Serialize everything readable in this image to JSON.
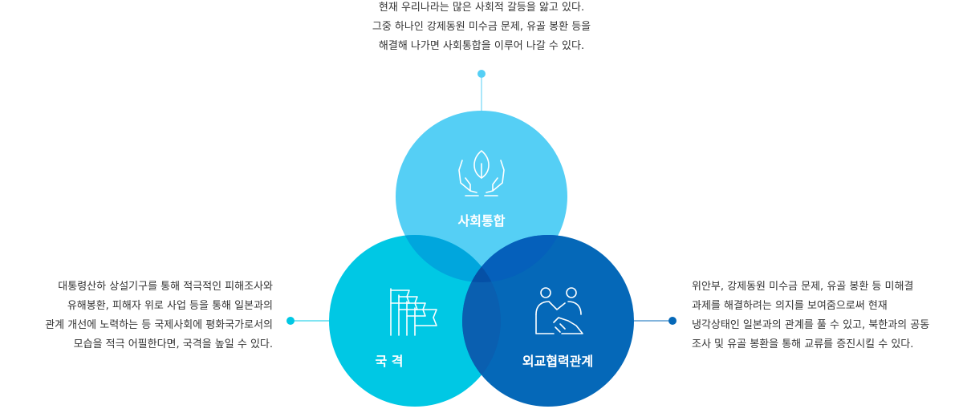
{
  "top_text": {
    "lines": [
      "현재 우리나라는 많은 사회적 갈등을 앓고 있다.",
      "그중 하나인 강제동원 미수금 문제, 유골 봉환 등을",
      "해결해 나가면 사회통합을 이루어 나갈 수 있다."
    ]
  },
  "left_text": {
    "lines": [
      "대통령산하 상설기구를 통해 적극적인 피해조사와",
      "유해봉환, 피해자 위로 사업 등을 통해 일본과의",
      "관계 개선에 노력하는 등 국제사회에 평화국가로서의",
      "모습을 적극 어필한다면, 국격을 높일 수 있다."
    ]
  },
  "right_text": {
    "lines": [
      "위안부, 강제동원 미수금 문제, 유골 봉환 등 미해결",
      "과제를 해결하려는 의지를 보여줌으로써 현재",
      "냉각상태인 일본과의 관계를 풀 수 있고, 북한과의 공동",
      "조사 및 유골 봉환을 통해 교류를 증진시킬 수 있다."
    ]
  },
  "circles": {
    "social": {
      "label": "사회통합",
      "icon": "hands-sprout-icon",
      "color": "#55cff5"
    },
    "nation": {
      "label": "국 격",
      "icon": "flags-icon",
      "color": "#00c8e4"
    },
    "diplomacy": {
      "label": "외교협력관계",
      "icon": "people-handshake-icon",
      "color": "#0568b8"
    }
  },
  "colors": {
    "overlap_social_nation": "#00a6dd",
    "overlap_social_diplomacy": "#0560bb",
    "overlap_nation_diplomacy": "#0a5fb0",
    "overlap_all": "#0550a6",
    "dot_top": "#55cff5",
    "dot_left": "#00c8e4",
    "dot_right": "#0568b8"
  }
}
